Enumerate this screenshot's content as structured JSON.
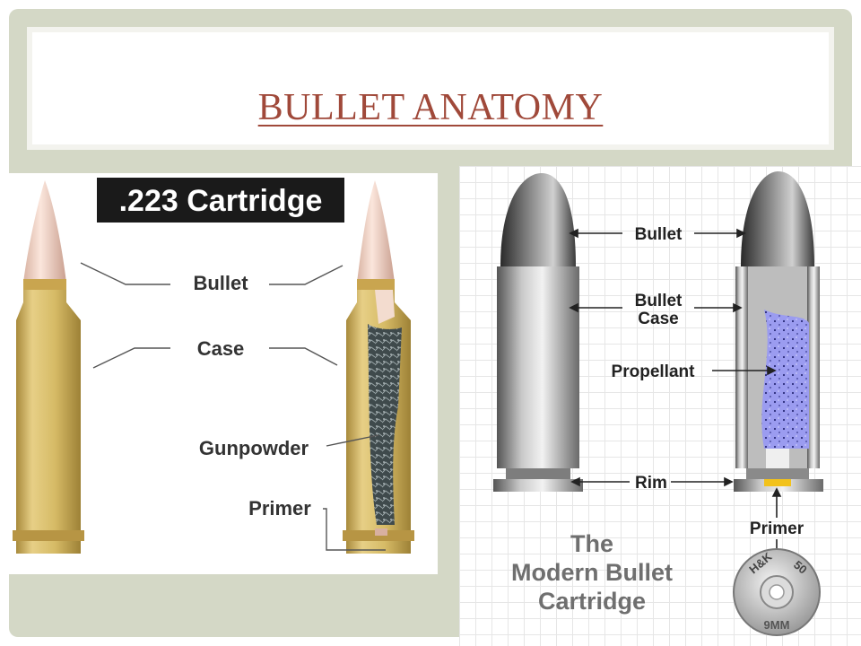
{
  "slide": {
    "title": "BULLET ANATOMY"
  },
  "left_diagram": {
    "heading": ".223 Cartridge",
    "labels": {
      "bullet": "Bullet",
      "case": "Case",
      "gunpowder": "Gunpowder",
      "primer": "Primer"
    }
  },
  "right_diagram": {
    "labels": {
      "bullet": "Bullet",
      "bullet_case": [
        "Bullet",
        "Case"
      ],
      "propellant": "Propellant",
      "rim": "Rim",
      "primer": "Primer"
    },
    "caption": [
      "The",
      "Modern Bullet",
      "Cartridge"
    ],
    "headstamp": {
      "maker": "H&K",
      "number": "50",
      "caliber": "9MM"
    }
  },
  "colors": {
    "title": "#a0493a",
    "frame": "#d4d8c6",
    "brass": "#d9bf6b",
    "tip": "#f1d2c4",
    "propellant": "#8e8fe6",
    "primer_cup": "#f2c21b"
  }
}
